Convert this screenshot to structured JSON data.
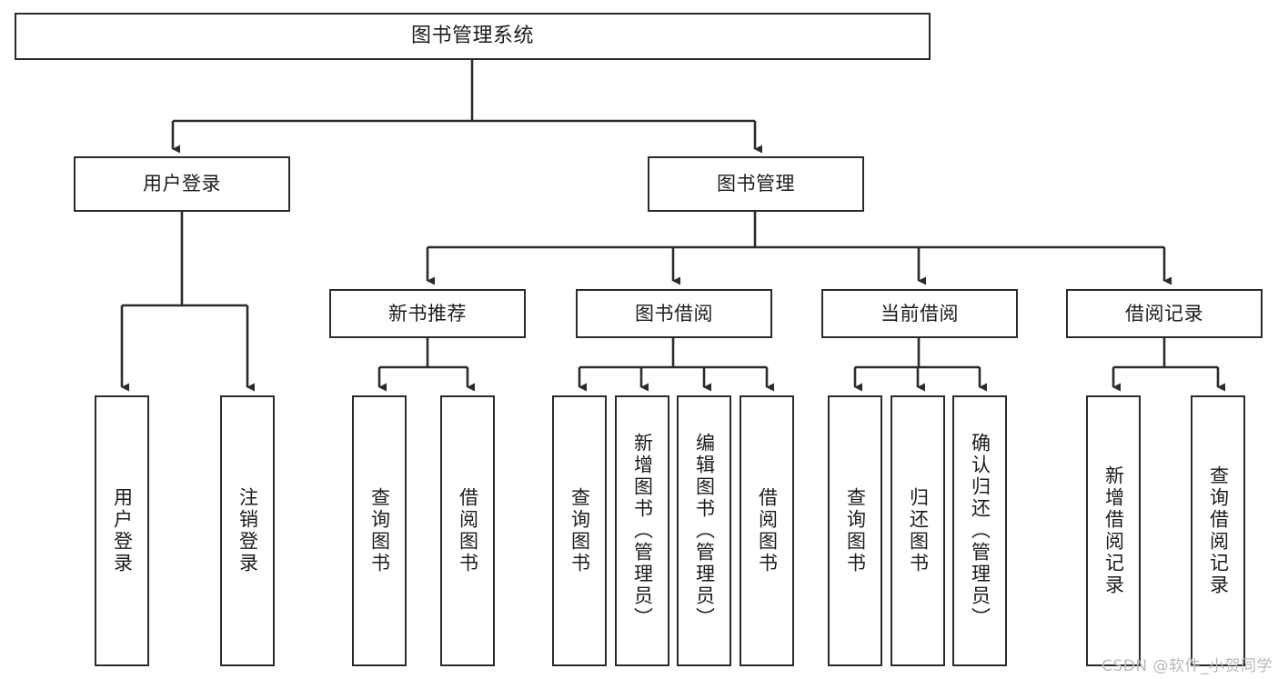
{
  "diagram": {
    "type": "tree",
    "title": "图书管理系统",
    "root": {
      "id": "root",
      "label": "图书管理系统"
    },
    "level1": [
      {
        "id": "user-login",
        "label": "用户登录"
      },
      {
        "id": "book-manage",
        "label": "图书管理"
      }
    ],
    "level2": [
      {
        "id": "new-book-recommend",
        "label": "新书推荐",
        "parent": "book-manage"
      },
      {
        "id": "book-borrow",
        "label": "图书借阅",
        "parent": "book-manage"
      },
      {
        "id": "current-borrow",
        "label": "当前借阅",
        "parent": "book-manage"
      },
      {
        "id": "borrow-record",
        "label": "借阅记录",
        "parent": "book-manage"
      }
    ],
    "leaves": [
      {
        "id": "leaf-user-login",
        "label": "用户登录",
        "parent": "user-login"
      },
      {
        "id": "leaf-user-logout",
        "label": "注销登录",
        "parent": "user-login"
      },
      {
        "id": "leaf-query-book-1",
        "label": "查询图书",
        "parent": "new-book-recommend"
      },
      {
        "id": "leaf-borrow-book-1",
        "label": "借阅图书",
        "parent": "new-book-recommend"
      },
      {
        "id": "leaf-query-book-2",
        "label": "查询图书",
        "parent": "book-borrow"
      },
      {
        "id": "leaf-add-book",
        "label": "新增图书（管理员）",
        "parent": "book-borrow"
      },
      {
        "id": "leaf-edit-book",
        "label": "编辑图书（管理员）",
        "parent": "book-borrow"
      },
      {
        "id": "leaf-borrow-book-2",
        "label": "借阅图书",
        "parent": "book-borrow"
      },
      {
        "id": "leaf-query-book-3",
        "label": "查询图书",
        "parent": "current-borrow"
      },
      {
        "id": "leaf-return-book",
        "label": "归还图书",
        "parent": "current-borrow"
      },
      {
        "id": "leaf-confirm-return",
        "label": "确认归还（管理员）",
        "parent": "current-borrow"
      },
      {
        "id": "leaf-add-record",
        "label": "新增借阅记录",
        "parent": "borrow-record"
      },
      {
        "id": "leaf-query-record",
        "label": "查询借阅记录",
        "parent": "borrow-record"
      }
    ],
    "colors": {
      "stroke": "#2b2b2b",
      "fill": "#ffffff",
      "text": "#1c1c1c",
      "watermark": "#b9b9b9"
    }
  },
  "watermark": {
    "text": "CSDN @软件_小贺同学"
  }
}
